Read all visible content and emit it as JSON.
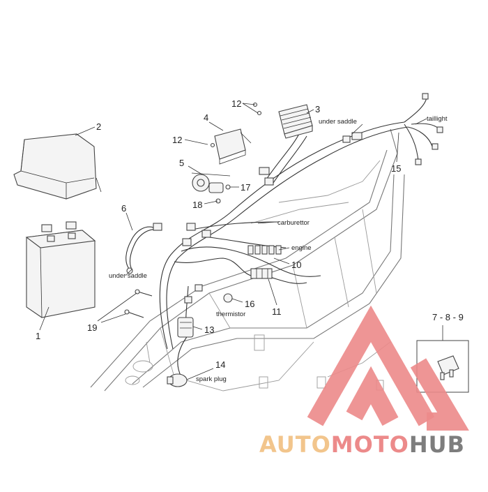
{
  "callouts": {
    "n1": "1",
    "n2": "2",
    "n3": "3",
    "n4": "4",
    "n5": "5",
    "n6": "6",
    "n789": "7 - 8 - 9",
    "n10": "10",
    "n11": "11",
    "n12a": "12",
    "n12b": "12",
    "n13": "13",
    "n14": "14",
    "n15": "15",
    "n16": "16",
    "n17": "17",
    "n18": "18",
    "n19": "19"
  },
  "labels": {
    "under_saddle_top": "under saddle",
    "under_saddle_left": "under saddle",
    "taillight": "taillight",
    "carburettor": "carburettor",
    "engine": "engine",
    "thermistor": "thermistor",
    "spark_plug": "spark plug"
  },
  "watermark": {
    "brand_a": "AUTO",
    "brand_b": "MOTO",
    "brand_c": "HUB",
    "colors": {
      "auto": "#f2c58c",
      "moto": "#ec8a8a",
      "hub": "#7d7d7d",
      "logo": "#ec8a8a"
    }
  }
}
